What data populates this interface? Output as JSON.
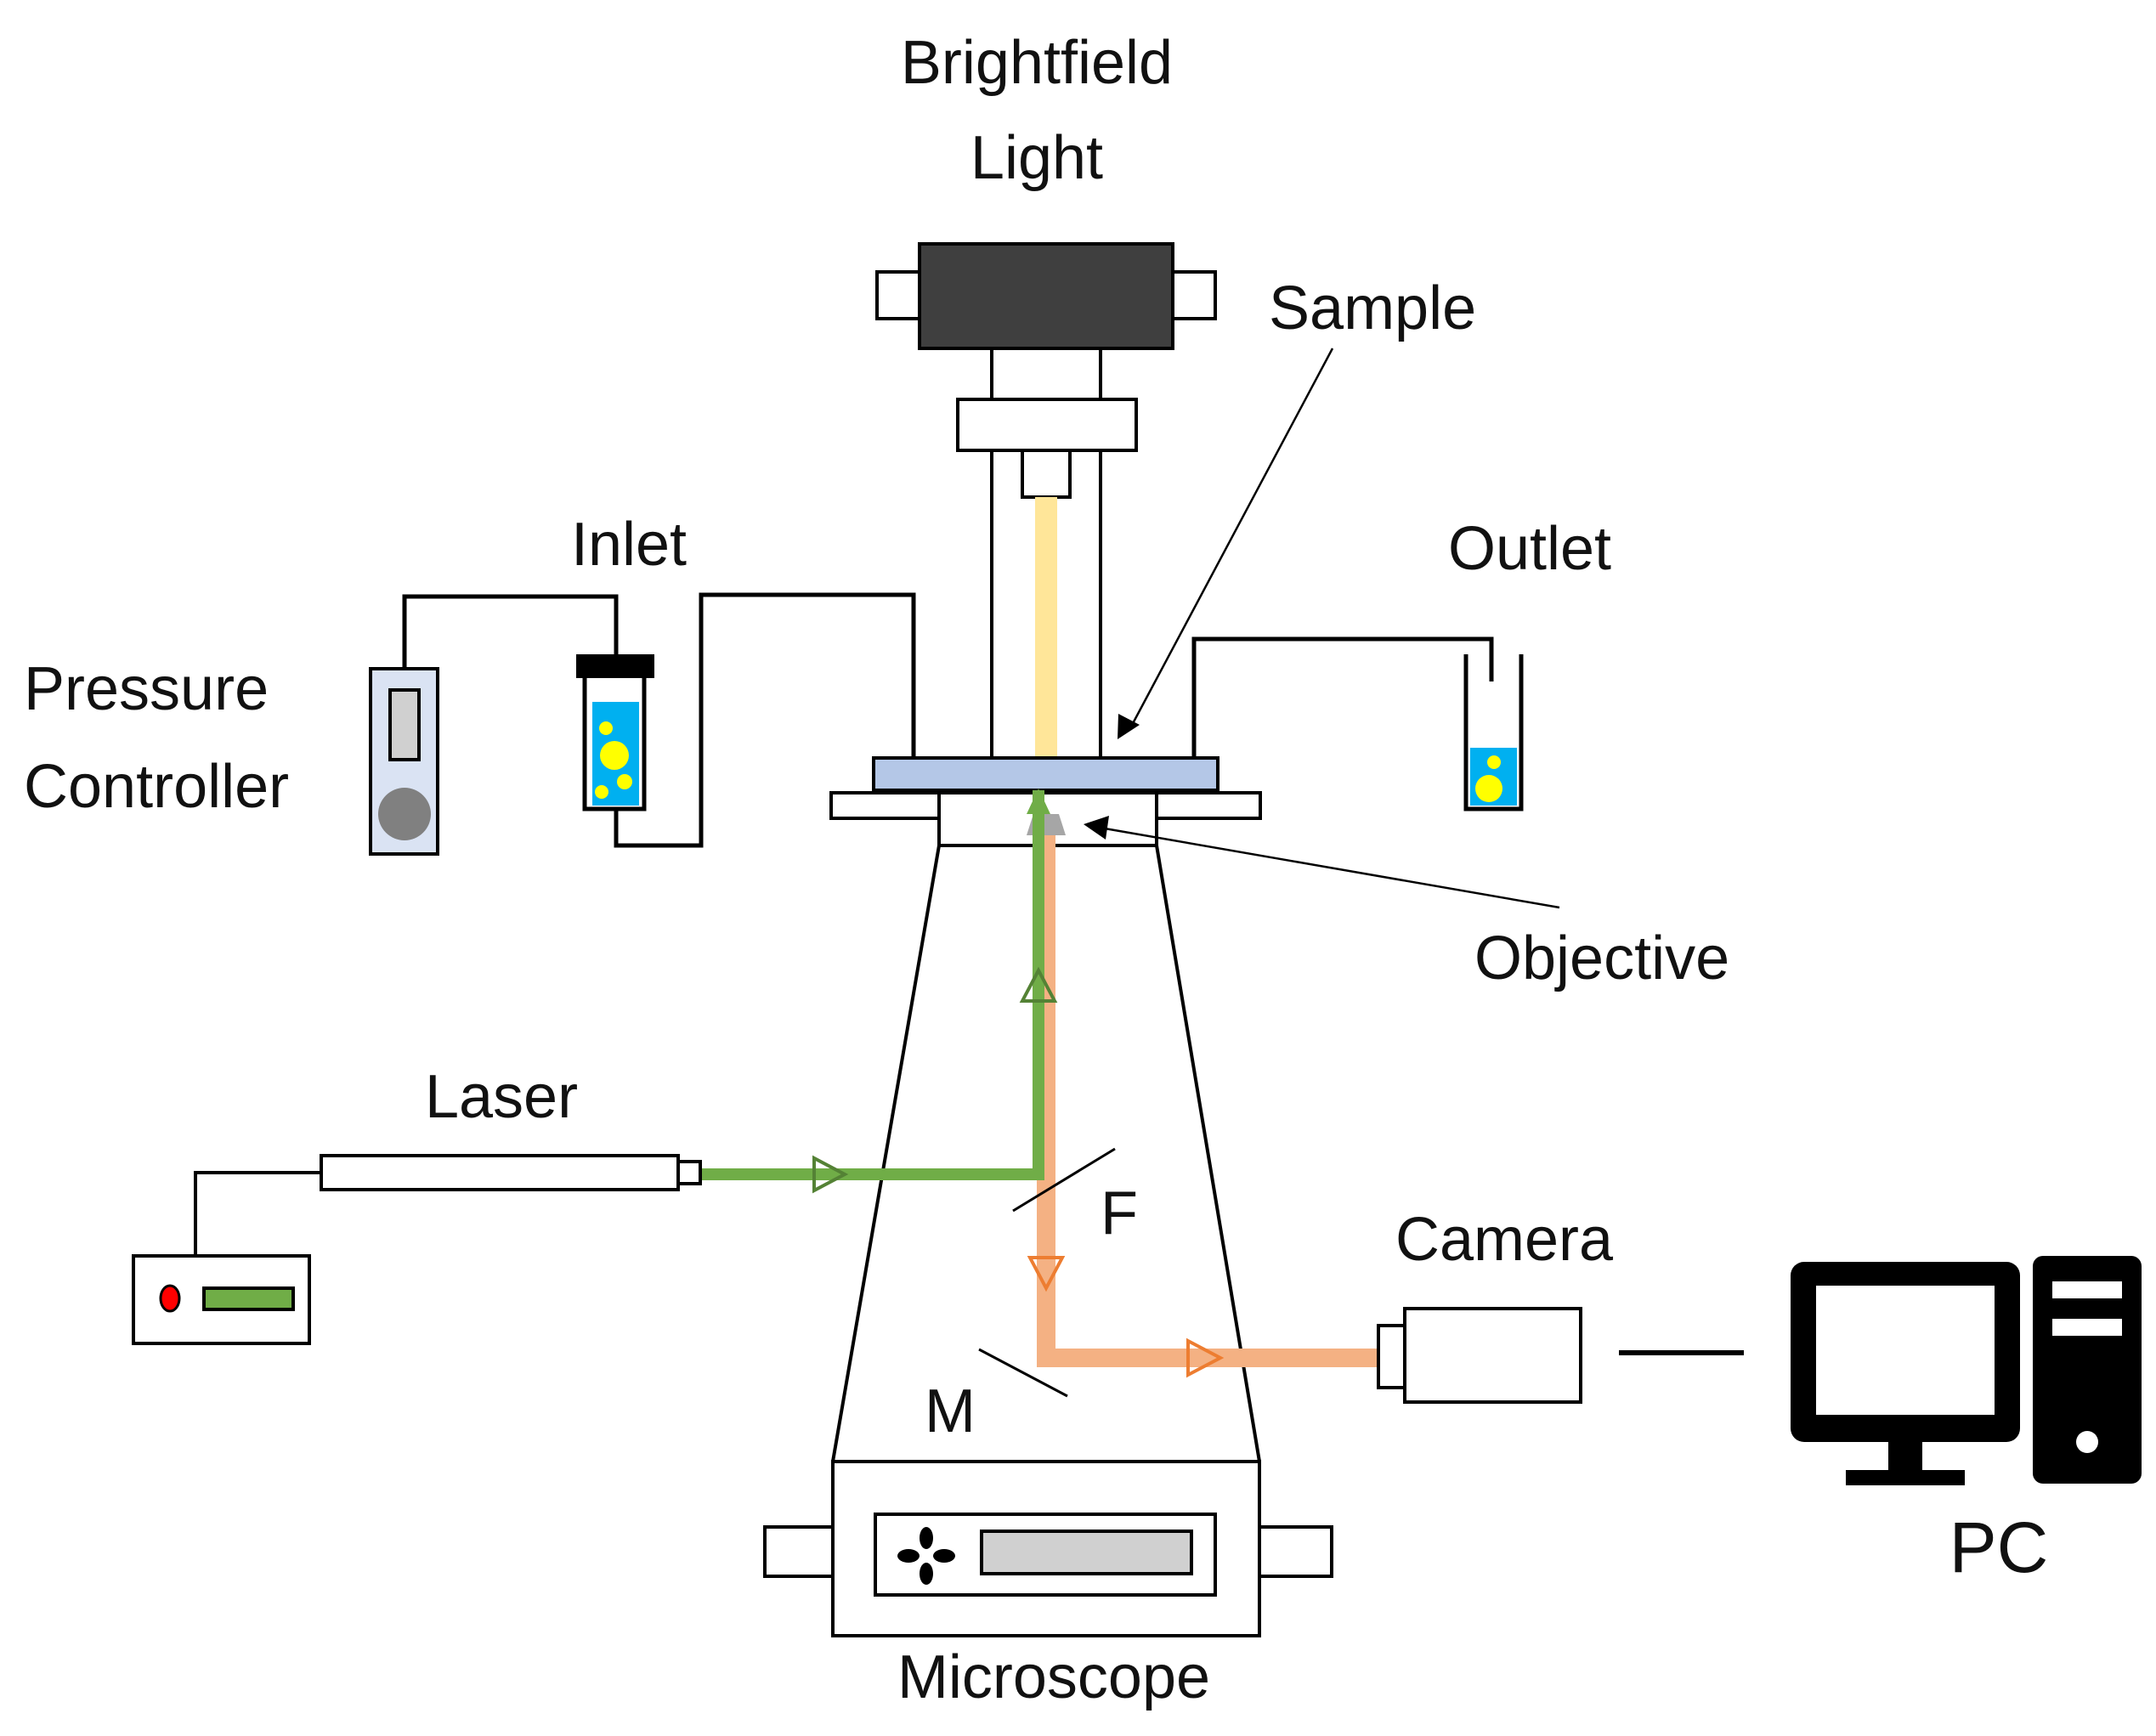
{
  "labels": {
    "brightfield_line1": "Brightfield",
    "brightfield_line2": "Light",
    "sample": "Sample",
    "inlet": "Inlet",
    "outlet": "Outlet",
    "pressure_line1": "Pressure",
    "pressure_line2": "Controller",
    "objective": "Objective",
    "laser": "Laser",
    "filter": "F",
    "mirror": "M",
    "camera": "Camera",
    "pc": "PC",
    "microscope": "Microscope"
  },
  "colors": {
    "outline": "#000000",
    "lamp_body": "#3f3f3f",
    "brightfield_beam": "#ffe699",
    "sample_slide": "#b4c7e7",
    "laser_beam": "#70ad47",
    "emission_beam": "#f4b183",
    "emission_arrow": "#ed7d31",
    "fluid": "#00b0f0",
    "particles": "#ffff00",
    "controller_panel": "#dae3f3",
    "knob": "#808080",
    "indicator_led": "#ff0000",
    "objective_lens": "#a6a6a6"
  }
}
